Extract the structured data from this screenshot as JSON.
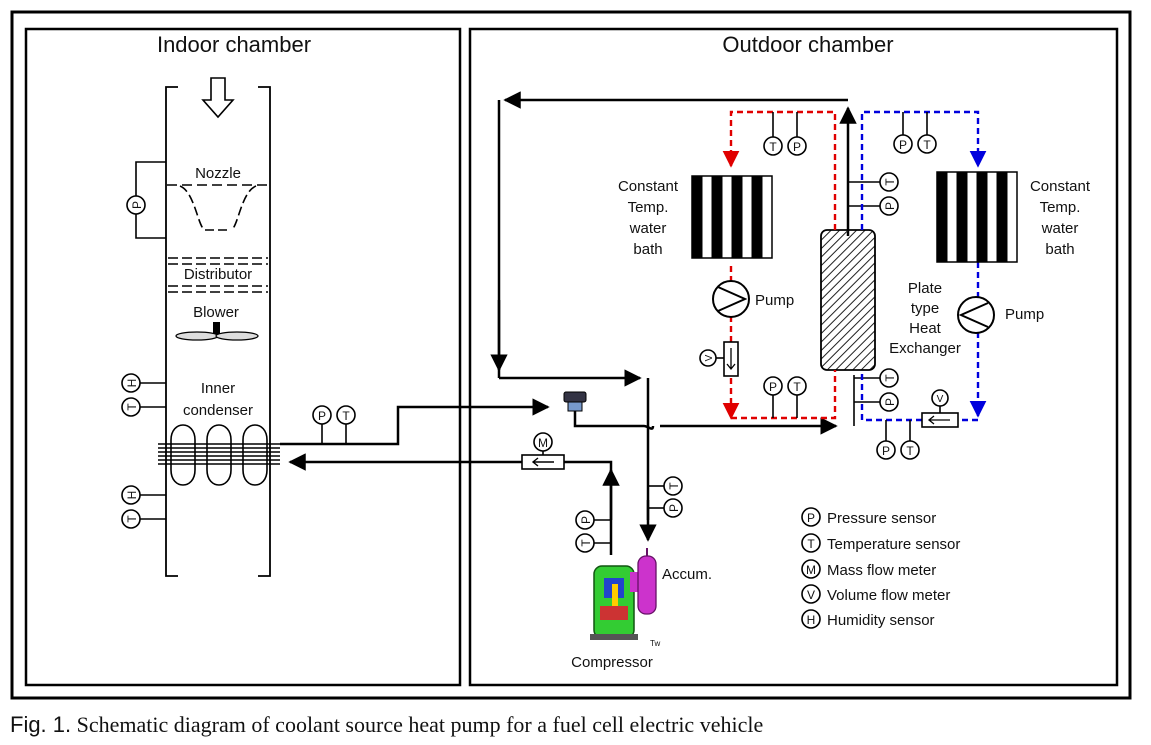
{
  "chambers": {
    "indoor": "Indoor chamber",
    "outdoor": "Outdoor chamber"
  },
  "indoor": {
    "nozzle": "Nozzle",
    "distributor": "Distributor",
    "blower": "Blower",
    "inner_condenser_1": "Inner",
    "inner_condenser_2": "condenser"
  },
  "outdoor": {
    "bath_left": [
      "Constant",
      "Temp.",
      "water",
      "bath"
    ],
    "bath_right": [
      "Constant",
      "Temp.",
      "water",
      "bath"
    ],
    "pump_left": "Pump",
    "pump_right": "Pump",
    "phe": [
      "Plate",
      "type",
      "Heat",
      "Exchanger"
    ],
    "accumulator": "Accum.",
    "compressor": "Compressor",
    "tw_mark": "Tw"
  },
  "sensor_letters": {
    "pressure": "P",
    "temperature": "T",
    "mass": "M",
    "volume": "V",
    "humidity": "H"
  },
  "legend": [
    {
      "symbol": "P",
      "label": "Pressure sensor"
    },
    {
      "symbol": "T",
      "label": "Temperature sensor"
    },
    {
      "symbol": "M",
      "label": "Mass flow meter"
    },
    {
      "symbol": "V",
      "label": "Volume flow meter"
    },
    {
      "symbol": "H",
      "label": "Humidity sensor"
    }
  ],
  "caption": {
    "fig": "Fig. 1.",
    "text": "Schematic diagram of coolant source heat pump for a fuel cell electric vehicle"
  },
  "colors": {
    "line": "#000000",
    "red_loop": "#e00000",
    "blue_loop": "#0000dd",
    "compressor_green": "#33cc33",
    "accumulator_magenta": "#cc33cc"
  }
}
